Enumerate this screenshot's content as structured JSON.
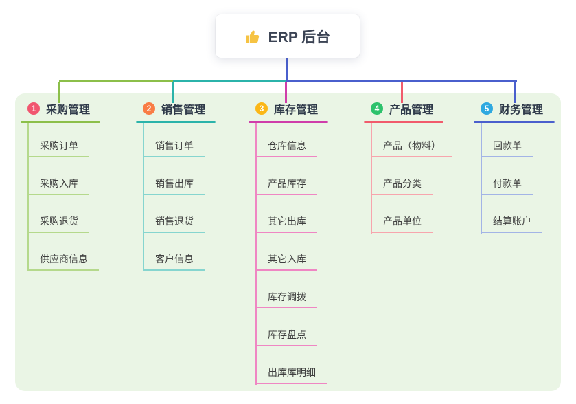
{
  "root": {
    "icon": "thumbs-up-icon",
    "label": "ERP 后台"
  },
  "colors": {
    "panel_bg": "#eaf5e5",
    "card_bg": "#ffffff",
    "root_line": "#4a5fcd",
    "title_text": "#2f3a4a",
    "child_text": "#3f3f3f",
    "thumb_yellow": "#f6c343"
  },
  "branches": [
    {
      "index": "1",
      "label": "采购管理",
      "badge_color": "#f1566f",
      "line_color": "#8cbf4a",
      "child_line_color": "#b5d98c",
      "children": [
        "采购订单",
        "采购入库",
        "采购退货",
        "供应商信息"
      ]
    },
    {
      "index": "2",
      "label": "销售管理",
      "badge_color": "#f97c45",
      "line_color": "#2bb3aa",
      "child_line_color": "#86d5cf",
      "children": [
        "销售订单",
        "销售出库",
        "销售退货",
        "客户信息"
      ]
    },
    {
      "index": "3",
      "label": "库存管理",
      "badge_color": "#fbb717",
      "line_color": "#cf3daa",
      "child_line_color": "#ef86c3",
      "children": [
        "仓库信息",
        "产品库存",
        "其它出库",
        "其它入库",
        "库存调拨",
        "库存盘点",
        "出库库明细"
      ]
    },
    {
      "index": "4",
      "label": "产品管理",
      "badge_color": "#2dc26c",
      "line_color": "#f15b6c",
      "child_line_color": "#f7a5ad",
      "children": [
        "产品（物料）",
        "产品分类",
        "产品单位"
      ]
    },
    {
      "index": "5",
      "label": "财务管理",
      "badge_color": "#2fa9e0",
      "line_color": "#4a5fcd",
      "child_line_color": "#a3b4e6",
      "children": [
        "回款单",
        "付款单",
        "结算账户"
      ]
    }
  ]
}
